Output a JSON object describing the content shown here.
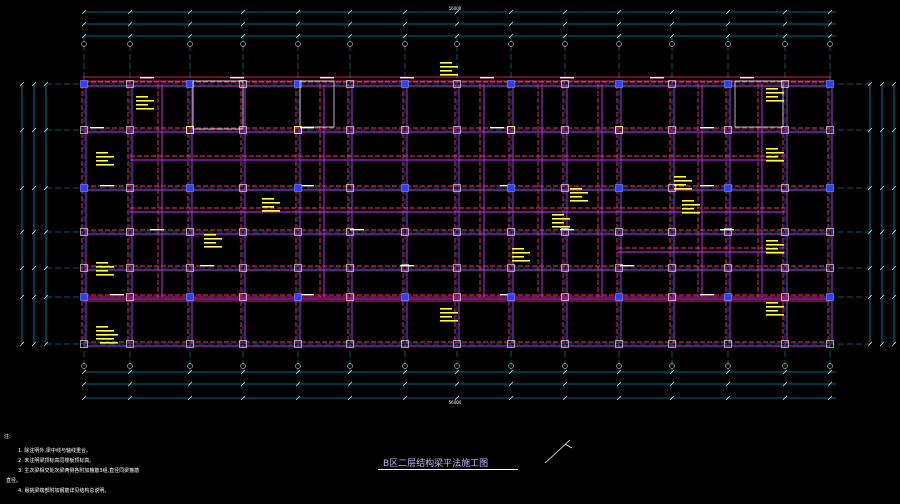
{
  "drawing": {
    "title": "B区二层结构梁平法施工图",
    "total_dimension_top": "56000",
    "total_dimension_bottom": "56000",
    "notes_heading": "注:",
    "notes": [
      "1. 除注明外,梁中线与轴线重合。",
      "2. 未注明梁顶标高同楼板顶标高。",
      "3. 主次梁相交处次梁两侧各附加箍筋3组,直径同梁箍筋",
      "直径。",
      "4. 悬挑梁端部附加钢筋详见结构总说明。"
    ],
    "colors": {
      "background": "#000000",
      "beam": "#ff2a7a",
      "beam_outline": "#cc33ff",
      "axis": "#00e0ff",
      "dimension": "#00d4ff",
      "annotation": "#ffff33",
      "column": "#3040ff",
      "text": "#ffffff"
    }
  }
}
